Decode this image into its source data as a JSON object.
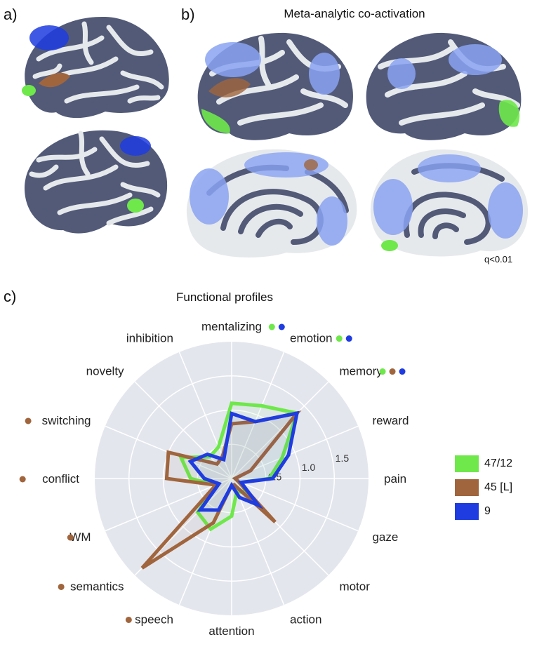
{
  "panels": {
    "a": {
      "label": "a)"
    },
    "b": {
      "label": "b)",
      "title": "Meta-analytic co-activation",
      "threshold": "q<0.01"
    },
    "c": {
      "label": "c)",
      "title": "Functional profiles"
    }
  },
  "colors": {
    "gyri": "#e6e9ec",
    "sulci": "#525a78",
    "green": "#6ee84a",
    "brown": "#a0653d",
    "blue": "#1f3ce0",
    "light_blue": "#8aa3f2",
    "radar_bg": "#e4e6ee"
  },
  "chart_data": {
    "type": "radar",
    "title": "Functional profiles",
    "categories": [
      "mentalizing",
      "emotion",
      "memory",
      "reward",
      "pain",
      "gaze",
      "motor",
      "action",
      "attention",
      "speech",
      "semantics",
      "WM",
      "conflict",
      "switching",
      "novelty",
      "inhibition"
    ],
    "radial_ticks": [
      "0.5",
      "1.0",
      "1.5"
    ],
    "rmax": 2.0,
    "markers": {
      "mentalizing": [
        "green",
        "blue"
      ],
      "emotion": [
        "green",
        "blue"
      ],
      "memory": [
        "green",
        "brown",
        "blue"
      ],
      "switching": [
        "brown"
      ],
      "conflict": [
        "brown"
      ],
      "WM": [
        "brown"
      ],
      "semantics": [
        "brown"
      ],
      "speech": [
        "brown"
      ]
    },
    "series": [
      {
        "name": "47/12",
        "color": "#6ee84a",
        "values": [
          1.1,
          1.15,
          1.35,
          0.8,
          0.55,
          0.15,
          0.3,
          0.2,
          0.55,
          0.8,
          0.7,
          0.25,
          0.6,
          0.8,
          0.45,
          0.5
        ]
      },
      {
        "name": "45 [L]",
        "color": "#a0653d",
        "values": [
          0.8,
          0.9,
          1.35,
          0.3,
          0.05,
          0.1,
          0.9,
          0.1,
          0.1,
          0.7,
          1.85,
          0.25,
          0.95,
          1.0,
          0.3,
          0.35
        ]
      },
      {
        "name": "9",
        "color": "#1f3ce0",
        "values": [
          0.95,
          0.9,
          1.35,
          0.9,
          0.6,
          0.15,
          0.55,
          0.3,
          0.1,
          0.5,
          0.65,
          0.2,
          0.4,
          0.65,
          0.5,
          0.3
        ]
      }
    ]
  }
}
